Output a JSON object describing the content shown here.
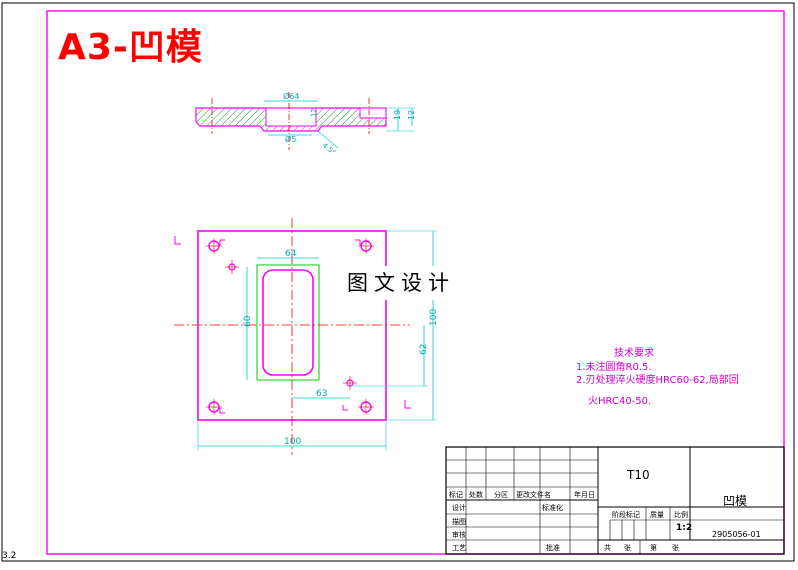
{
  "drawing": {
    "title": "A3-凹模",
    "watermark": "图文设计",
    "corner_mark": "3.2"
  },
  "colors": {
    "border": "#ff00ff",
    "part": "#ff00ff",
    "centerline": "#ff0000",
    "dimension": "#00cccc",
    "inner": "#00cc00",
    "hatch": "#00aa00",
    "text": "#cc00cc",
    "title": "#ff0000"
  },
  "top_view": {
    "dims": {
      "width": "Ø64",
      "height_outer": "19",
      "height_inner": "12",
      "bottom": "Ø5",
      "small": "12",
      "angle": "4.5°"
    }
  },
  "plan_view": {
    "dims": {
      "cavity_width": "64",
      "cavity_height": "60",
      "overall_height": "100",
      "offset_y": "62",
      "offset_x": "63",
      "overall_width": "100"
    }
  },
  "technical_requirements": {
    "heading": "技术要求",
    "lines": [
      "1.未注圆角R0.5.",
      "2.刃处理淬火硬度HRC60-62,局部回",
      "火HRC40-50."
    ]
  },
  "title_block": {
    "material": "T10",
    "part_name": "凹模",
    "drawing_no": "2905056-01",
    "scale": "1:2",
    "row_labels": [
      "标记",
      "处数",
      "分区",
      "更改文件名",
      "年月日"
    ],
    "design_label": "设计",
    "standard_label": "标准化",
    "stage_label": "阶段标记",
    "weight_label": "质量",
    "scale_label": "比例",
    "draw_label": "描图",
    "check_label": "审核",
    "process_label": "工艺",
    "approve_label": "批准",
    "total_label": "共",
    "sheet_label": "张",
    "no_label": "第",
    "sheet_label2": "张"
  }
}
